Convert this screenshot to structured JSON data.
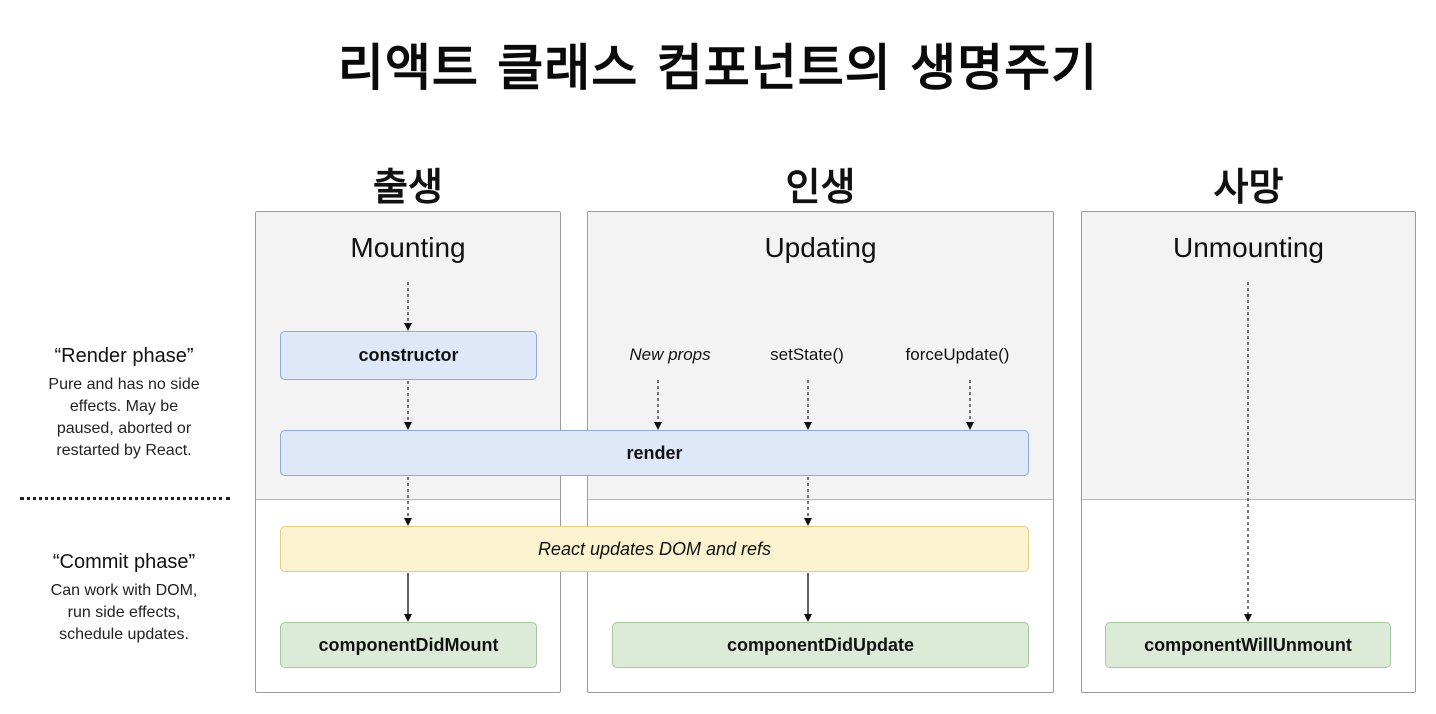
{
  "title": "리액트 클래스 컴포넌트의 생명주기",
  "stages": {
    "birth": "출생",
    "life": "인생",
    "death": "사망"
  },
  "columns": {
    "mounting": "Mounting",
    "updating": "Updating",
    "unmounting": "Unmounting"
  },
  "phases": {
    "render": {
      "title": "“Render phase”",
      "desc": [
        "Pure and has no side",
        "effects. May be",
        "paused, aborted or",
        "restarted by React."
      ]
    },
    "commit": {
      "title": "“Commit phase”",
      "desc": [
        "Can work with DOM,",
        "run side effects,",
        "schedule updates."
      ]
    }
  },
  "triggers": {
    "new_props": "New props",
    "set_state": "setState()",
    "force_update": "forceUpdate()"
  },
  "methods": {
    "constructor": "constructor",
    "render": "render",
    "react_updates": "React updates DOM and refs",
    "component_did_mount": "componentDidMount",
    "component_did_update": "componentDidUpdate",
    "component_will_unmount": "componentWillUnmount"
  }
}
